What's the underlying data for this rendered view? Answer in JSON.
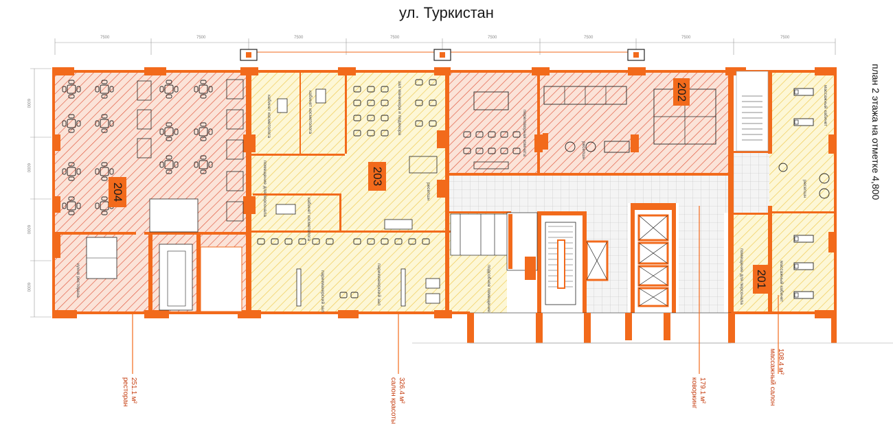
{
  "street": "ул. Туркистан",
  "plan_title": "план 2 этажа на отметке 4,800",
  "dimensions": {
    "horizontal": [
      "7500",
      "7500",
      "7500",
      "7500",
      "7500",
      "7500",
      "7500",
      "7500"
    ],
    "vertical": [
      "6000",
      "6000",
      "6000",
      "6000"
    ]
  },
  "units": [
    {
      "number": "204",
      "area": "251.1 м²",
      "name": "ресторан"
    },
    {
      "number": "203",
      "area": "326.4 м²",
      "name": "салон красоты"
    },
    {
      "number": "202",
      "area": "179.1 м²",
      "name": "коворкинг"
    },
    {
      "number": "201",
      "area": "108.4 м²",
      "name": "массажный салон"
    }
  ],
  "rooms": {
    "kitchen": "кухня ресторана",
    "cosm1": "кабинет косметолога",
    "cosm2": "кабинет косметолога",
    "cosm3": "кабинет косметолога",
    "staff_room": "помещение для персонала",
    "manicure": "зал маникюра и педикюра",
    "reception203": "ресепшн",
    "hair_hall": "парикмахерский зал",
    "hair_hall2": "парикмахерский зал",
    "utility": "подсобное помещение",
    "meeting": "переговорная комната",
    "reception202": "ресепшн",
    "massage1": "массажный кабинет",
    "reception201": "ресепшн",
    "staff201": "помещение для персонала",
    "massage2": "массажный кабинет"
  },
  "colors": {
    "wall": "#f26a1b",
    "hatch_red": "#e0553a",
    "hatch_yellow": "#f1d25a",
    "fill_red": "#fbe3d8",
    "fill_yellow": "#fdf7d6"
  }
}
